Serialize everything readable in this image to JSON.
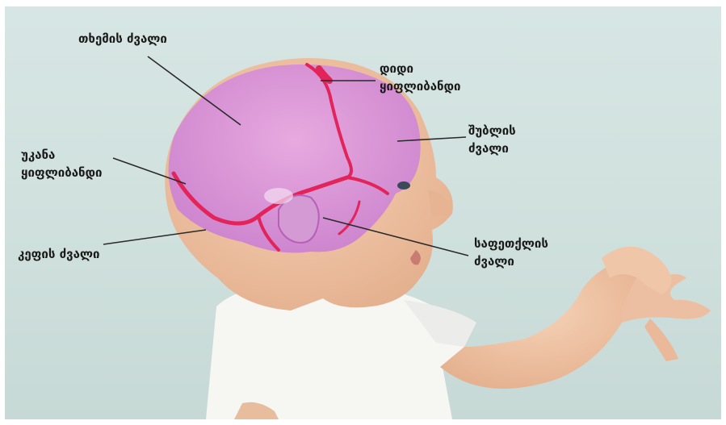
{
  "labels": {
    "parietal_bone": "თხემის ძვალი",
    "anterior_fontanelle_line1": "დიდი",
    "anterior_fontanelle_line2": "ყიფლიბანდი",
    "frontal_bone_line1": "შუბლის",
    "frontal_bone_line2": "ძვალი",
    "posterior_fontanelle_line1": "უკანა",
    "posterior_fontanelle_line2": "ყიფლიბანდი",
    "occipital_bone": "კეფის ძვალი",
    "temporal_bone_line1": "საფეთქლის",
    "temporal_bone_line2": "ძვალი"
  },
  "colors": {
    "background": "#d3e3e0",
    "skin": "#eec3a4",
    "skull_overlay": "#d98fd8",
    "sutures": "#e0245a",
    "shirt": "#f7f7f4",
    "leader_lines": "#2a2a2a"
  }
}
